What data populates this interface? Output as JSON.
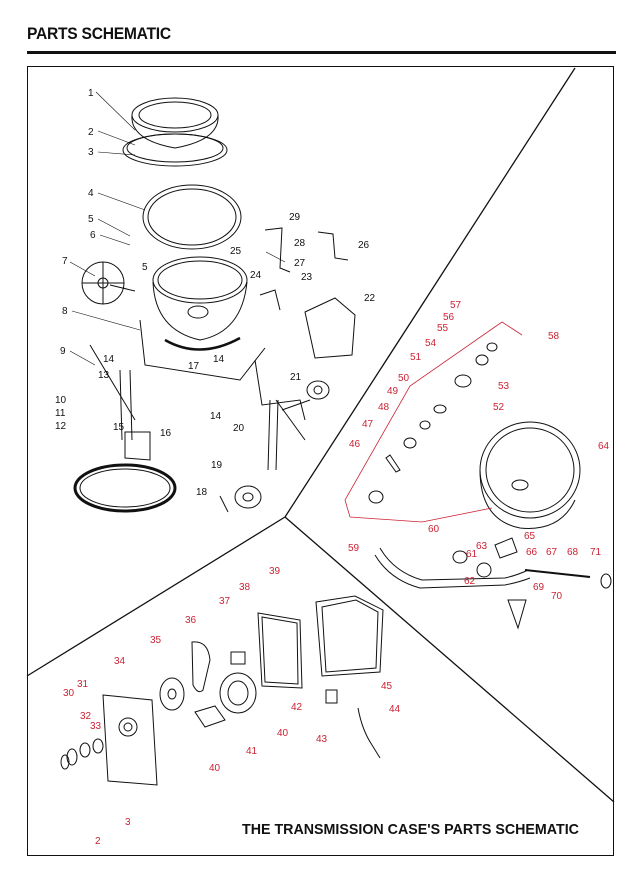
{
  "header": {
    "title": "PARTS SCHEMATIC"
  },
  "footer": {
    "title": "THE TRANSMISSION CASE'S  PARTS SCHEMATIC"
  },
  "colors": {
    "ink": "#111111",
    "callout": "#cc2233"
  },
  "callouts_mixer": [
    "1",
    "2",
    "3",
    "4",
    "5",
    "6",
    "5",
    "7",
    "8",
    "9",
    "10",
    "11",
    "12",
    "13",
    "14",
    "14",
    "14",
    "15",
    "16",
    "17",
    "18",
    "19",
    "20",
    "21",
    "22",
    "23",
    "24",
    "25",
    "26",
    "27",
    "28",
    "29"
  ],
  "callouts_drum": [
    "46",
    "47",
    "48",
    "49",
    "50",
    "51",
    "52",
    "53",
    "54",
    "55",
    "56",
    "57",
    "58",
    "59",
    "60",
    "61",
    "62",
    "63",
    "64",
    "65",
    "66",
    "67",
    "68",
    "69",
    "70",
    "71"
  ],
  "callouts_transmission": [
    "30",
    "31",
    "32",
    "33",
    "34",
    "35",
    "36",
    "37",
    "38",
    "39",
    "40",
    "40",
    "41",
    "42",
    "43",
    "44",
    "45",
    "2",
    "3"
  ]
}
